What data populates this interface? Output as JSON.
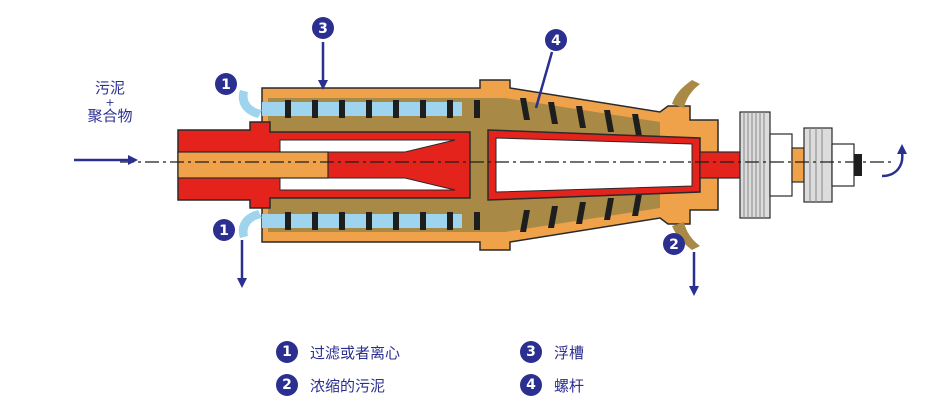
{
  "inlet": {
    "line1": "污泥",
    "plus": "+",
    "line2": "聚合物"
  },
  "markers": {
    "m1": "1",
    "m2": "2",
    "m3": "3",
    "m4": "4"
  },
  "legend": [
    {
      "num": "1",
      "text": "过滤或者离心"
    },
    {
      "num": "2",
      "text": "浓缩的污泥"
    },
    {
      "num": "3",
      "text": "浮槽"
    },
    {
      "num": "4",
      "text": "螺杆"
    }
  ],
  "colors": {
    "navy": "#2b2f8f",
    "orange": "#f0a24a",
    "red": "#e3231c",
    "sludge": "#a88a46",
    "liquid": "#9fd4ee",
    "steel": "#dcdcdc"
  },
  "icons": [
    "arrow-right-icon",
    "arrow-down-icon",
    "rotation-arrow-icon"
  ]
}
